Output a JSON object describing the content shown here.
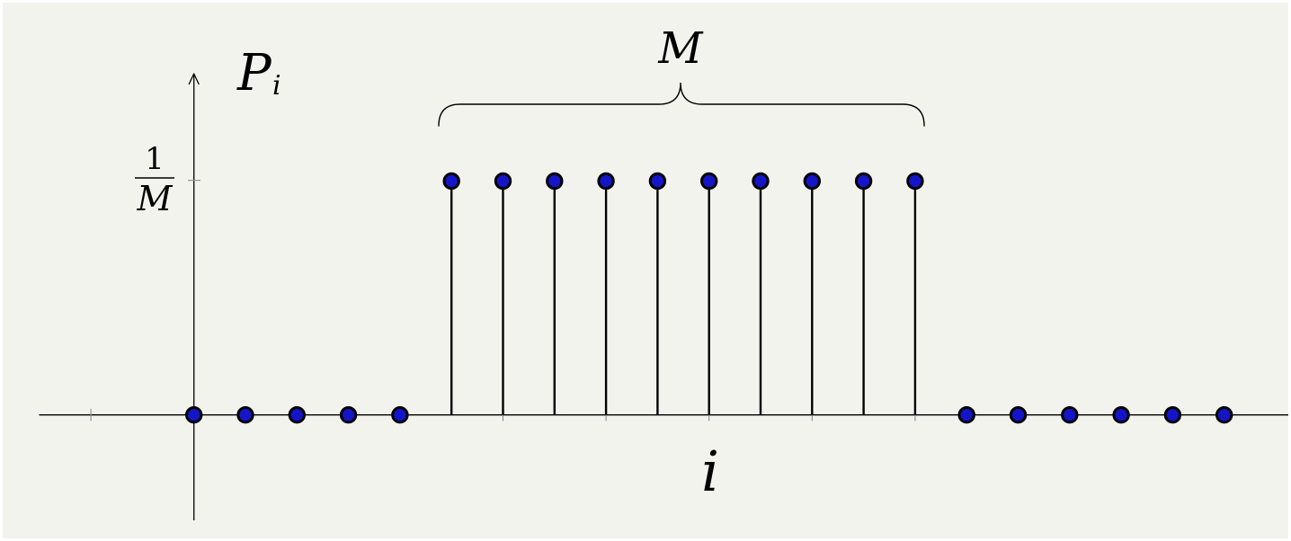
{
  "figure": {
    "background_color": "#f3f3ee",
    "frame_color": "#ffffff",
    "ink_color": "#000000",
    "minor_tick_color": "#8a8a8a",
    "dot_fill_color": "#1515c8"
  },
  "labels": {
    "y_axis_main": "P",
    "y_axis_sub": "i",
    "x_axis": "i",
    "y_tick_numerator": "1",
    "y_tick_denominator": "M",
    "brace": "M"
  },
  "chart_data": {
    "type": "stem",
    "title": "",
    "xlabel": "i",
    "ylabel": "P_i",
    "y_tick_label": "1/M",
    "x_indices": [
      0,
      1,
      2,
      3,
      4,
      5,
      6,
      7,
      8,
      9,
      10,
      11,
      12,
      13,
      14,
      15,
      16,
      17,
      18,
      19,
      20
    ],
    "values_symbolic": [
      "0",
      "0",
      "0",
      "0",
      "0",
      "1/M",
      "1/M",
      "1/M",
      "1/M",
      "1/M",
      "1/M",
      "1/M",
      "1/M",
      "1/M",
      "1/M",
      "0",
      "0",
      "0",
      "0",
      "0",
      "0"
    ],
    "values_numeric": [
      0,
      0,
      0,
      0,
      0,
      0.1,
      0.1,
      0.1,
      0.1,
      0.1,
      0.1,
      0.1,
      0.1,
      0.1,
      0.1,
      0,
      0,
      0,
      0,
      0,
      0
    ],
    "num_uniform_points": 10,
    "uniform_value_label": "1/M",
    "brace_annotation": {
      "label": "M",
      "span_indices": [
        5,
        14
      ]
    },
    "minor_ticks_every": 2,
    "grid": false,
    "legend": false
  }
}
